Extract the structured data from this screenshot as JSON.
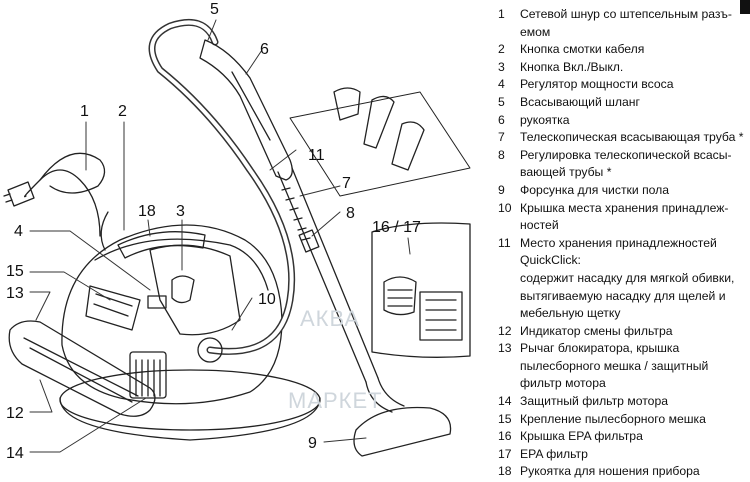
{
  "callouts": {
    "c1": "1",
    "c2": "2",
    "c3": "3",
    "c4": "4",
    "c5": "5",
    "c6": "6",
    "c7": "7",
    "c8": "8",
    "c9": "9",
    "c10": "10",
    "c11": "11",
    "c12": "12",
    "c13": "13",
    "c14": "14",
    "c15": "15",
    "c18": "18",
    "c1617": "16 / 17"
  },
  "watermark": {
    "line1": "АКВА",
    "line2": "МАРКЕТ"
  },
  "legend": {
    "items": [
      {
        "num": "1",
        "text": "Сетевой шнур со штепсельным разъ-емом"
      },
      {
        "num": "2",
        "text": "Кнопка смотки кабеля"
      },
      {
        "num": "3",
        "text": "Кнопка Вкл./Выкл."
      },
      {
        "num": "4",
        "text": "Регулятор мощности всоса"
      },
      {
        "num": "5",
        "text": "Всасывающий шланг"
      },
      {
        "num": "6",
        "text": "рукоятка"
      },
      {
        "num": "7",
        "text": "Телескопическая всасывающая труба *"
      },
      {
        "num": "8",
        "text": "Регулировка телескопической всасы-вающей трубы *"
      },
      {
        "num": "9",
        "text": "Форсунка для чистки пола"
      },
      {
        "num": "10",
        "text": "Крышка места хранения принадлеж-ностей"
      },
      {
        "num": "11",
        "text": "Место хранения принадлежностей QuickClick:"
      },
      {
        "num": "",
        "text": "содержит насадку для мягкой обивки, вытягиваемую насадку для щелей и мебельную щетку"
      },
      {
        "num": "12",
        "text": "Индикатор смены фильтра"
      },
      {
        "num": "13",
        "text": "Рычаг блокиратора, крышка пылесборного мешка / защитный фильтр мотора"
      },
      {
        "num": "14",
        "text": "Защитный фильтр мотора"
      },
      {
        "num": "15",
        "text": "Крепление пылесборного мешка"
      },
      {
        "num": "16",
        "text": "Крышка EPA фильтра"
      },
      {
        "num": "17",
        "text": "EPA фильтр"
      },
      {
        "num": "18",
        "text": "Рукоятка для ношения прибора"
      }
    ]
  }
}
